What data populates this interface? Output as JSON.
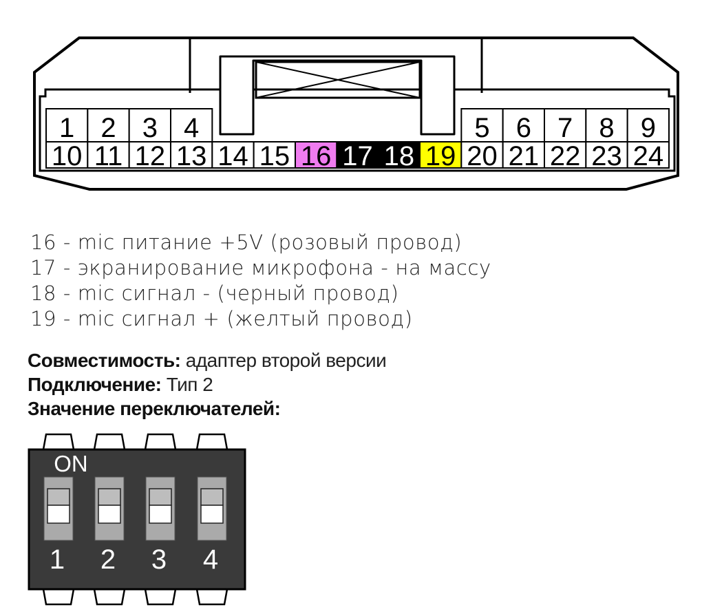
{
  "connector": {
    "top_row": [
      "1",
      "2",
      "3",
      "4",
      "5",
      "6",
      "7",
      "8",
      "9"
    ],
    "bottom_row": [
      "10",
      "11",
      "12",
      "13",
      "14",
      "15",
      "16",
      "17",
      "18",
      "19",
      "20",
      "21",
      "22",
      "23",
      "24"
    ],
    "highlight_colors": {
      "16": "#f07cf0",
      "17": "#000000",
      "18": "#000000",
      "19": "#ffff00"
    }
  },
  "notes": [
    "16 - mic питание +5V (розовый провод)",
    "17 - экранирование микрофона - на массу",
    "18 - mic сигнал - (черный провод)",
    "19 - mic сигнал + (желтый провод)"
  ],
  "info": {
    "compat_label": "Совместимость:",
    "compat_value": "адаптер второй версии",
    "connect_label": "Подключение:",
    "connect_value": "Тип 2",
    "switches_label": "Значение переключателей:"
  },
  "dip": {
    "on_label": "ON",
    "switch_labels": [
      "1",
      "2",
      "3",
      "4"
    ],
    "switch_states": [
      "off",
      "off",
      "off",
      "off"
    ]
  }
}
